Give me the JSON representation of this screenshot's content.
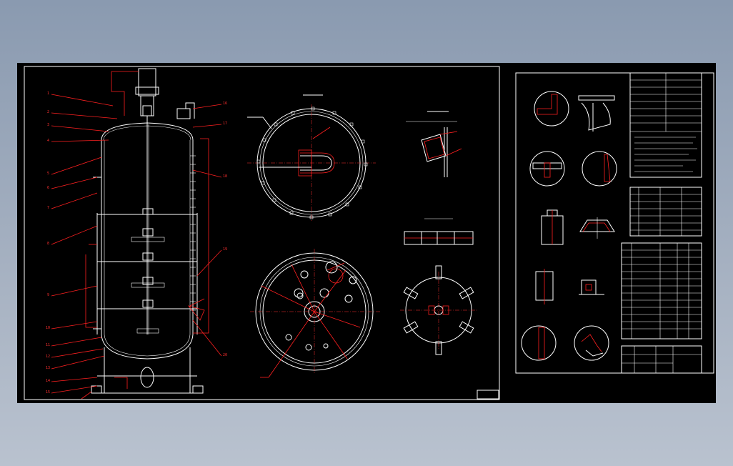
{
  "colors": {
    "background": "#000000",
    "line_white": "#ffffff",
    "line_red": "#ff2020",
    "desktop": "#9aa6b8"
  },
  "sheets": {
    "main_drawing": {
      "name": "assembly-sheet",
      "title_block_label": "",
      "views": [
        "vessel-elevation",
        "top-plan-view",
        "bottom-plan-view",
        "nozzle-detail",
        "agitator-plan"
      ]
    },
    "detail_sheet": {
      "name": "detail-sheet",
      "title_block_label": ""
    }
  }
}
